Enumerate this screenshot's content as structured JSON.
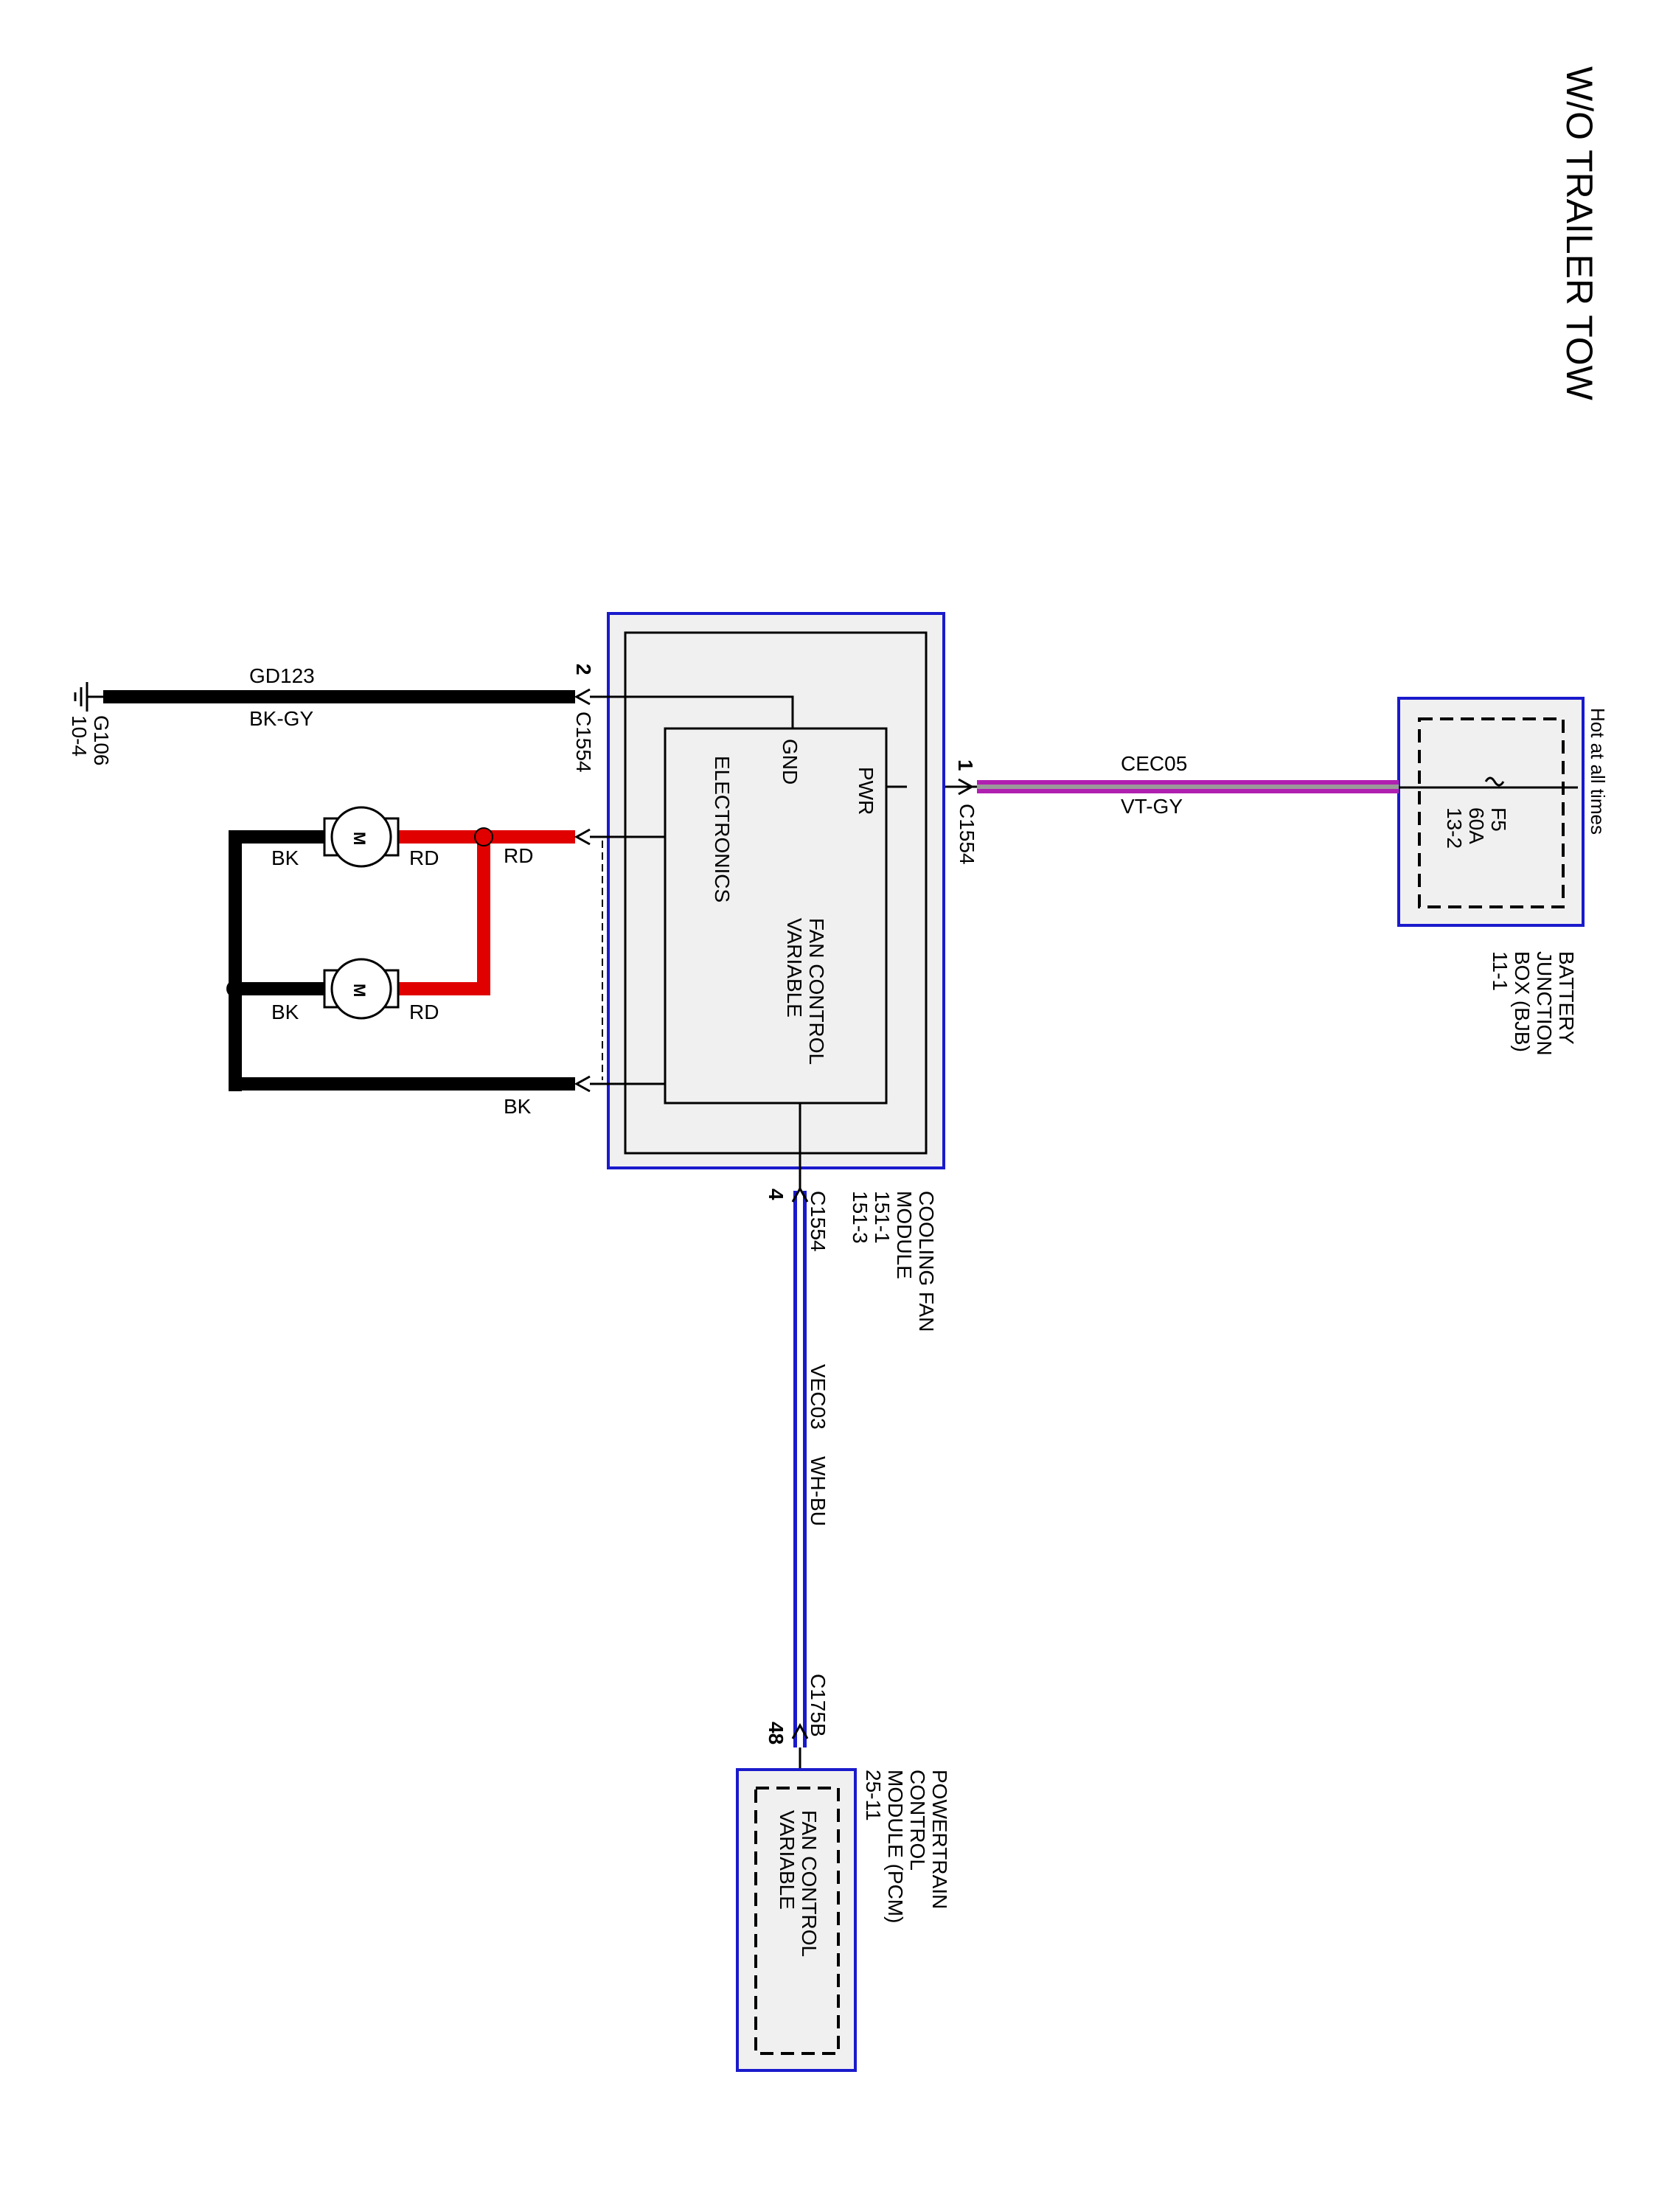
{
  "title": "W/O TRAILER TOW",
  "colors": {
    "module_border": "#1a1acc",
    "module_fill": "#f0f0f0",
    "wire_black": "#000000",
    "wire_red": "#e00000",
    "wire_violet": "#b020b0",
    "wire_gray": "#9a9a9a",
    "wire_white": "#ffffff",
    "wire_blue": "#1a1acc"
  },
  "bjb": {
    "hot_label": "Hot at all times",
    "fuse_name": "F5",
    "fuse_rating": "60A",
    "fuse_ref": "13-2",
    "name_lines": [
      "BATTERY",
      "JUNCTION",
      "BOX (BJB)",
      "11-1"
    ]
  },
  "pwr_wire": {
    "circuit": "CEC05",
    "color": "VT-GY",
    "pin": "1",
    "connector": "C1554"
  },
  "ground_wire": {
    "circuit": "GD123",
    "color": "BK-GY",
    "pin": "2",
    "connector": "C1554",
    "ground_name": "G106",
    "ground_ref": "10-4"
  },
  "cfm": {
    "pwr_label": "PWR",
    "gnd_label": "GND",
    "electronics_label": "ELECTRONICS",
    "fan_label_lines": [
      "FAN CONTROL",
      "VARIABLE"
    ],
    "name_lines": [
      "COOLING FAN",
      "MODULE",
      "151-1",
      "151-3"
    ]
  },
  "motors": {
    "motor_symbol": "M",
    "upper_pos_wire": "RD",
    "upper_neg_wire": "BK",
    "lower_pos_wire": "RD",
    "lower_neg_wire": "BK",
    "red_feed": "RD",
    "black_return": "BK"
  },
  "signal_wire": {
    "circuit": "VEC03",
    "color": "WH-BU",
    "cfm_pin": "4",
    "cfm_connector": "C1554",
    "pcm_pin": "48",
    "pcm_connector": "C175B"
  },
  "pcm": {
    "name_lines": [
      "POWERTRAIN",
      "CONTROL",
      "MODULE (PCM)",
      "25-11"
    ],
    "fan_label_lines": [
      "FAN CONTROL",
      "VARIABLE"
    ]
  }
}
